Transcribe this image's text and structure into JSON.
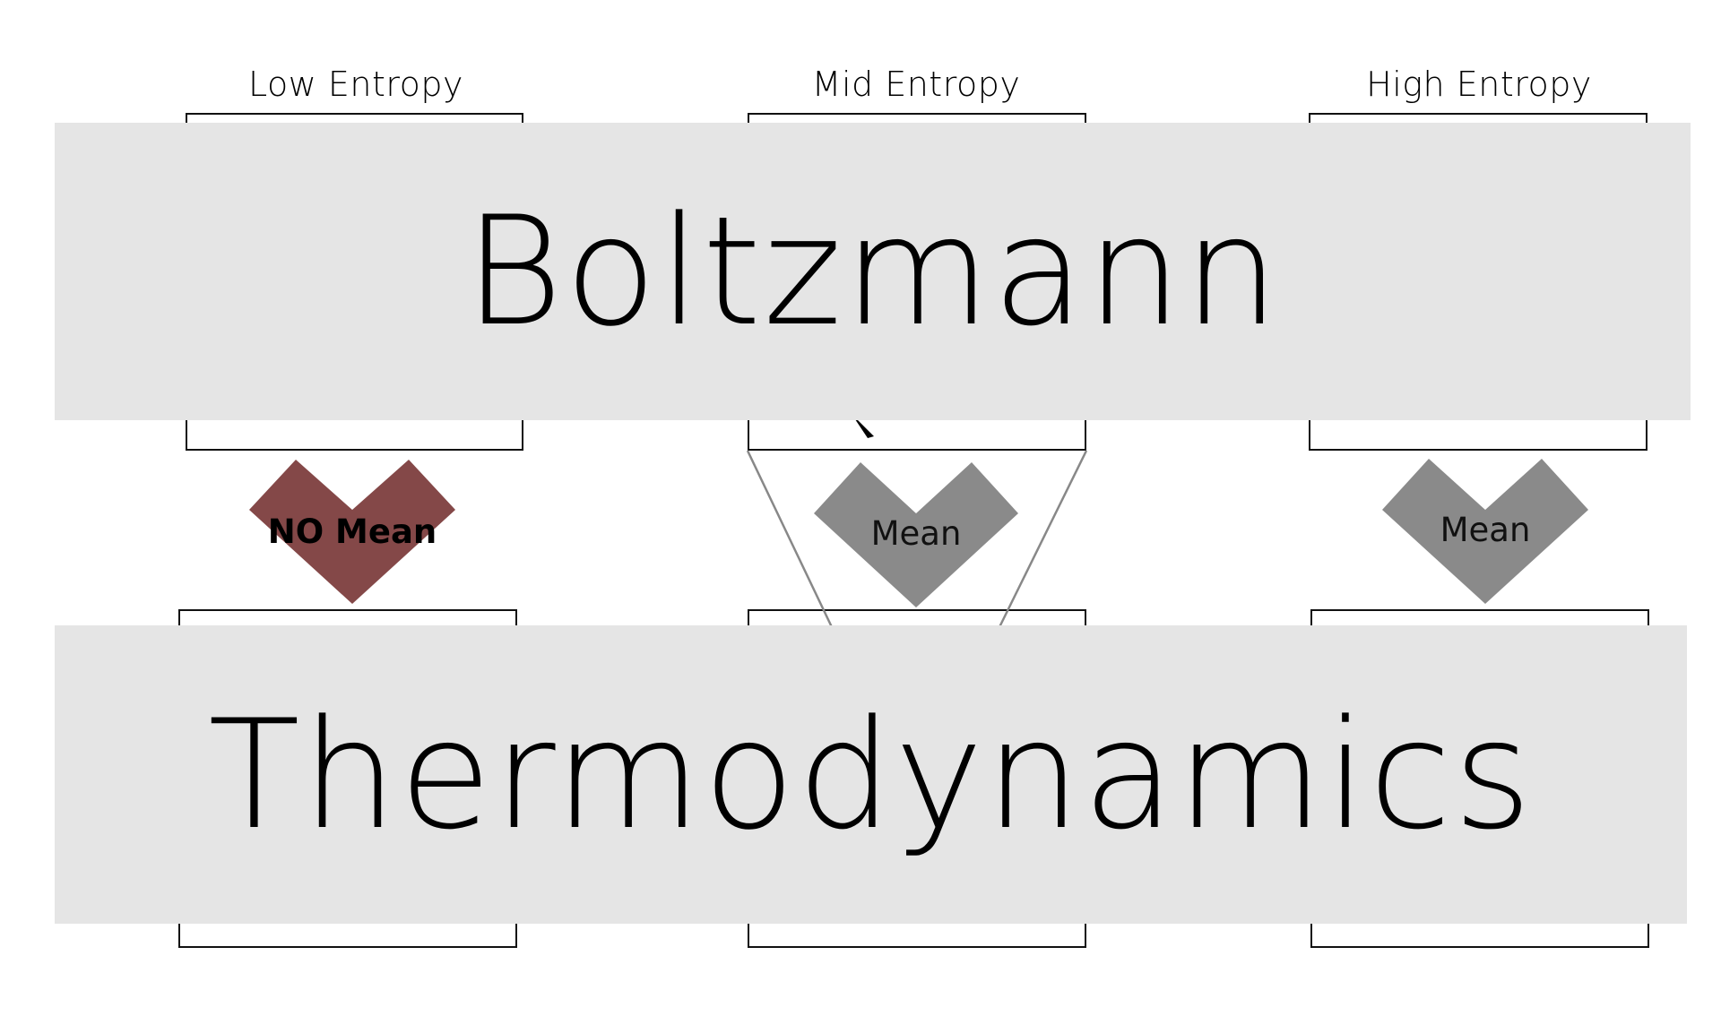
{
  "diagram": {
    "columns": [
      {
        "label": "Low Entropy",
        "marker_label": "NO Mean",
        "marker_color": "#844848"
      },
      {
        "label": "Mid Entropy",
        "marker_label": "Mean",
        "marker_color": "#8a8a8a"
      },
      {
        "label": "High Entropy",
        "marker_label": "Mean",
        "marker_color": "#8a8a8a"
      }
    ]
  },
  "title": {
    "line1": "Boltzmann",
    "line2": "Thermodynamics",
    "banner_color": "#e5e5e5"
  }
}
